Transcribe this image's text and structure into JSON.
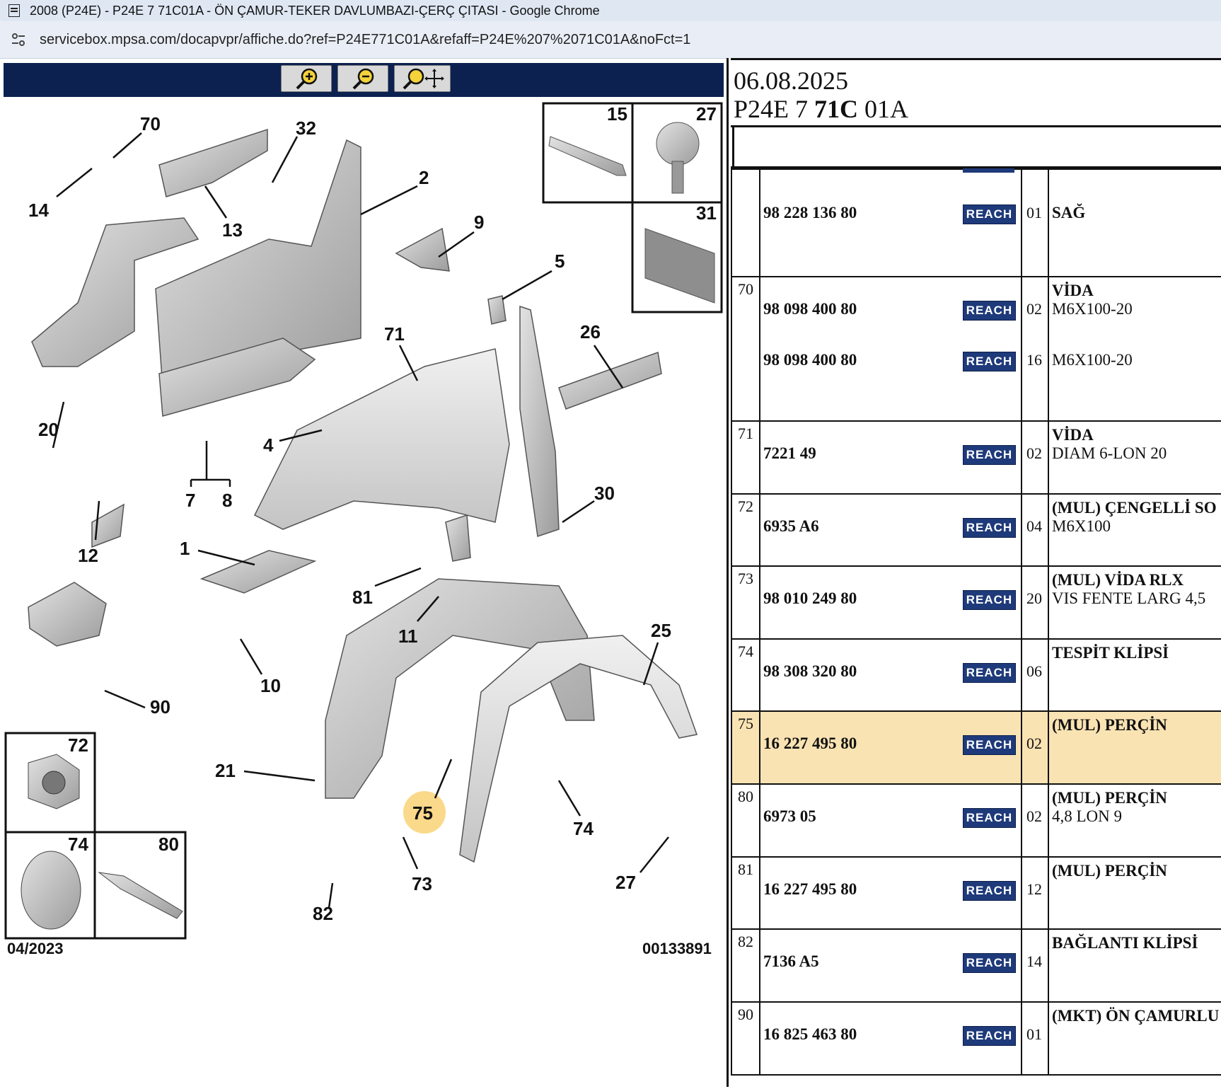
{
  "browser": {
    "window_title": "2008 (P24E) - P24E 7 71C01A - ÖN ÇAMUR-TEKER DAVLUMBAZI-ÇERÇ ÇITASI - Google Chrome",
    "url": "servicebox.mpsa.com/docapvpr/affiche.do?ref=P24E771C01A&refaff=P24E%207%2071C01A&noFct=1"
  },
  "toolbar": {
    "zoom_in_icon": "zoom-in-icon",
    "zoom_out_icon": "zoom-out-icon",
    "zoom_pan_icon": "zoom-pan-icon"
  },
  "diagram": {
    "date": "04/2023",
    "code": "00133891",
    "callouts": [
      "70",
      "32",
      "2",
      "14",
      "13",
      "9",
      "5",
      "71",
      "26",
      "20",
      "4",
      "7",
      "8",
      "30",
      "12",
      "1",
      "81",
      "11",
      "25",
      "10",
      "90",
      "21",
      "75",
      "74",
      "73",
      "27",
      "82"
    ],
    "inset_labels": [
      "15",
      "27",
      "31",
      "72",
      "74",
      "80"
    ],
    "highlight_callout": "75",
    "highlight_color": "#fad98a"
  },
  "header": {
    "date": "06.08.2025",
    "ref_prefix": "P24E 7 ",
    "ref_bold": "71C",
    "ref_suffix": " 01A"
  },
  "reach_label": "REACH",
  "colors": {
    "reach_bg": "#1e3a7a",
    "toolbar_bg": "#0c2150",
    "row_highlight": "#fae3b3"
  },
  "rows": [
    {
      "idx": "",
      "refs": [
        "98 228 136 80"
      ],
      "qtys": [
        "01"
      ],
      "desc": [
        "SAĞ"
      ],
      "desc_bold": [
        true
      ]
    },
    {
      "idx": "70",
      "refs": [
        "98 098 400 80",
        "98 098 400 80"
      ],
      "qtys": [
        "02",
        "16"
      ],
      "desc": [
        "VİDA",
        "M6X100-20",
        "M6X100-20"
      ],
      "desc_bold": [
        true,
        false,
        false
      ]
    },
    {
      "idx": "71",
      "refs": [
        "7221 49"
      ],
      "qtys": [
        "02"
      ],
      "desc": [
        "VİDA",
        "DIAM 6-LON 20"
      ],
      "desc_bold": [
        true,
        false
      ]
    },
    {
      "idx": "72",
      "refs": [
        "6935 A6"
      ],
      "qtys": [
        "04"
      ],
      "desc": [
        "(MUL) ÇENGELLİ SO",
        "M6X100"
      ],
      "desc_bold": [
        true,
        false
      ]
    },
    {
      "idx": "73",
      "refs": [
        "98 010 249 80"
      ],
      "qtys": [
        "20"
      ],
      "desc": [
        "(MUL) VİDA RLX",
        "VIS FENTE LARG 4,5"
      ],
      "desc_bold": [
        true,
        false
      ]
    },
    {
      "idx": "74",
      "refs": [
        "98 308 320 80"
      ],
      "qtys": [
        "06"
      ],
      "desc": [
        "TESPİT KLİPSİ"
      ],
      "desc_bold": [
        true
      ]
    },
    {
      "idx": "75",
      "refs": [
        "16 227 495 80"
      ],
      "qtys": [
        "02"
      ],
      "desc": [
        "(MUL) PERÇİN"
      ],
      "desc_bold": [
        true
      ],
      "highlight": true
    },
    {
      "idx": "80",
      "refs": [
        "6973 05"
      ],
      "qtys": [
        "02"
      ],
      "desc": [
        "(MUL) PERÇİN",
        "4,8 LON 9"
      ],
      "desc_bold": [
        true,
        false
      ]
    },
    {
      "idx": "81",
      "refs": [
        "16 227 495 80"
      ],
      "qtys": [
        "12"
      ],
      "desc": [
        "(MUL) PERÇİN"
      ],
      "desc_bold": [
        true
      ]
    },
    {
      "idx": "82",
      "refs": [
        "7136 A5"
      ],
      "qtys": [
        "14"
      ],
      "desc": [
        "BAĞLANTI KLİPSİ"
      ],
      "desc_bold": [
        true
      ]
    },
    {
      "idx": "90",
      "refs": [
        "16 825 463 80"
      ],
      "qtys": [
        "01"
      ],
      "desc": [
        "(MKT) ÖN ÇAMURLU"
      ],
      "desc_bold": [
        true
      ]
    }
  ]
}
